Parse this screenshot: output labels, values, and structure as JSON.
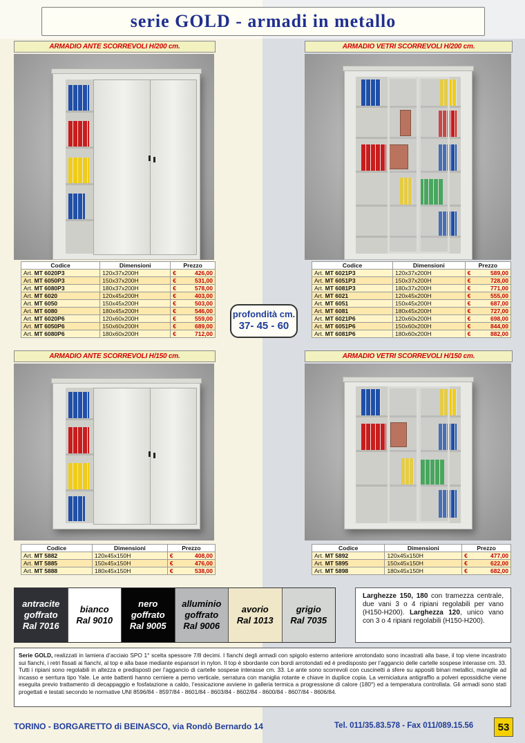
{
  "title": "serie GOLD - armadi in metallo",
  "sections": {
    "tl": "ARMADIO ANTE SCORREVOLI H/200 cm.",
    "tr": "ARMADIO VETRI SCORREVOLI H/200 cm.",
    "bl": "ARMADIO ANTE SCORREVOLI H/150 cm.",
    "br": "ARMADIO VETRI SCORREVOLI H/150 cm."
  },
  "table_headers": {
    "code": "Codice",
    "dims": "Dimensioni",
    "price": "Prezzo"
  },
  "art_prefix": "Art.",
  "euro": "€",
  "tables": {
    "tl": [
      {
        "code": "MT 6020P3",
        "dims": "120x37x200H",
        "price": "426,00"
      },
      {
        "code": "MT 6050P3",
        "dims": "150x37x200H",
        "price": "531,00"
      },
      {
        "code": "MT 6080P3",
        "dims": "180x37x200H",
        "price": "578,00"
      },
      {
        "code": "MT 6020",
        "dims": "120x45x200H",
        "price": "403,00"
      },
      {
        "code": "MT 6050",
        "dims": "150x45x200H",
        "price": "503,00"
      },
      {
        "code": "MT 6080",
        "dims": "180x45x200H",
        "price": "546,00"
      },
      {
        "code": "MT 6020P6",
        "dims": "120x60x200H",
        "price": "559,00"
      },
      {
        "code": "MT 6050P6",
        "dims": "150x60x200H",
        "price": "689,00"
      },
      {
        "code": "MT 6080P6",
        "dims": "180x60x200H",
        "price": "712,00"
      }
    ],
    "tr": [
      {
        "code": "MT 6021P3",
        "dims": "120x37x200H",
        "price": "589,00"
      },
      {
        "code": "MT 6051P3",
        "dims": "150x37x200H",
        "price": "728,00"
      },
      {
        "code": "MT 6081P3",
        "dims": "180x37x200H",
        "price": "771,00"
      },
      {
        "code": "MT 6021",
        "dims": "120x45x200H",
        "price": "555,00"
      },
      {
        "code": "MT 6051",
        "dims": "150x45x200H",
        "price": "687,00"
      },
      {
        "code": "MT 6081",
        "dims": "180x45x200H",
        "price": "727,00"
      },
      {
        "code": "MT 6021P6",
        "dims": "120x60x200H",
        "price": "698,00"
      },
      {
        "code": "MT 6051P6",
        "dims": "150x60x200H",
        "price": "844,00"
      },
      {
        "code": "MT 6081P6",
        "dims": "180x60x200H",
        "price": "882,00"
      }
    ],
    "bl": [
      {
        "code": "MT 5882",
        "dims": "120x45x150H",
        "price": "408,00"
      },
      {
        "code": "MT 5885",
        "dims": "150x45x150H",
        "price": "476,00"
      },
      {
        "code": "MT 5888",
        "dims": "180x45x150H",
        "price": "538,00"
      }
    ],
    "br": [
      {
        "code": "MT 5892",
        "dims": "120x45x150H",
        "price": "477,00"
      },
      {
        "code": "MT 5895",
        "dims": "150x45x150H",
        "price": "622,00"
      },
      {
        "code": "MT 5898",
        "dims": "180x45x150H",
        "price": "682,00"
      }
    ]
  },
  "depth": {
    "line1": "profondità cm.",
    "line2": "37- 45 - 60"
  },
  "colors": [
    {
      "line1": "antracite",
      "line2": "goffrato",
      "line3": "Ral 7016",
      "bg": "#2f3036",
      "fg": "#ffffff"
    },
    {
      "line1": "bianco",
      "line2": "Ral 9010",
      "line3": "",
      "bg": "#ffffff",
      "fg": "#000000"
    },
    {
      "line1": "nero",
      "line2": "goffrato",
      "line3": "Ral 9005",
      "bg": "#050505",
      "fg": "#ffffff"
    },
    {
      "line1": "alluminio",
      "line2": "goffrato",
      "line3": "Ral 9006",
      "bg": "#b7b8ba",
      "fg": "#000000"
    },
    {
      "line1": "avorio",
      "line2": "Ral 1013",
      "line3": "",
      "bg": "#efe7c8",
      "fg": "#000000"
    },
    {
      "line1": "grigio",
      "line2": "Ral 7035",
      "line3": "",
      "bg": "#d4d6d3",
      "fg": "#000000"
    }
  ],
  "notes": {
    "b1": "Larghezze 150, 180",
    "t1": " con tramezza centrale, due vani  3 o 4 ripiani regolabili per vano (H150-H200).",
    "b2": "Larghezza 120",
    "t2": ", unico vano con 3 o 4 ripiani regolabili (H150-H200)."
  },
  "description": {
    "bold": "Serie GOLD,",
    "text": " realizzati in lamiera d’acciaio SPO 1° scelta spessore 7/8 decimi. I fianchi degli armadi con spigolo esterno anteriore arrotondato sono incastrati alla base, il top viene incastrato sui fianchi, i retri fissati ai fianchi, al top e alla base mediante espansori in nylon. Il top è sbordante con bordi arrotondati ed è predisposto per l’aggancio delle cartelle sospese interasse cm. 33. Tutti i ripiani sono regolabili in altezza e predisposti per l’aggancio di cartelle sospese interasse cm. 33. Le ante sono scorrevoli con cuscinetti a sfere su appositi binari metallici, maniglie ad incasso e serrtura tipo Yale. Le ante battenti hanno cerniere a perno verticale, serratura con maniglia rotante e chiave in duplice copia. La verniciatura antigraffio a polveri epossidiche viene eseguita  previo trattamento di decappaggio e fosfatazione a caldo, l’essicazione avviene in galleria termica a progressione di calore (180°) ed a temperatura controllata. Gli armadi sono stati progettati e testati secondo le normative UNI 8596/84 - 8597/84 - 8601/84 - 8603/84 - 8602/84 - 8600/84 - 8607/84 - 8606/84."
  },
  "footer": {
    "address": "TORINO - BORGARETTO di BEINASCO, via Rondò Bernardo 14",
    "phone": "Tel. 011/35.83.578  -  Fax 011/089.15.56",
    "page": "53"
  }
}
